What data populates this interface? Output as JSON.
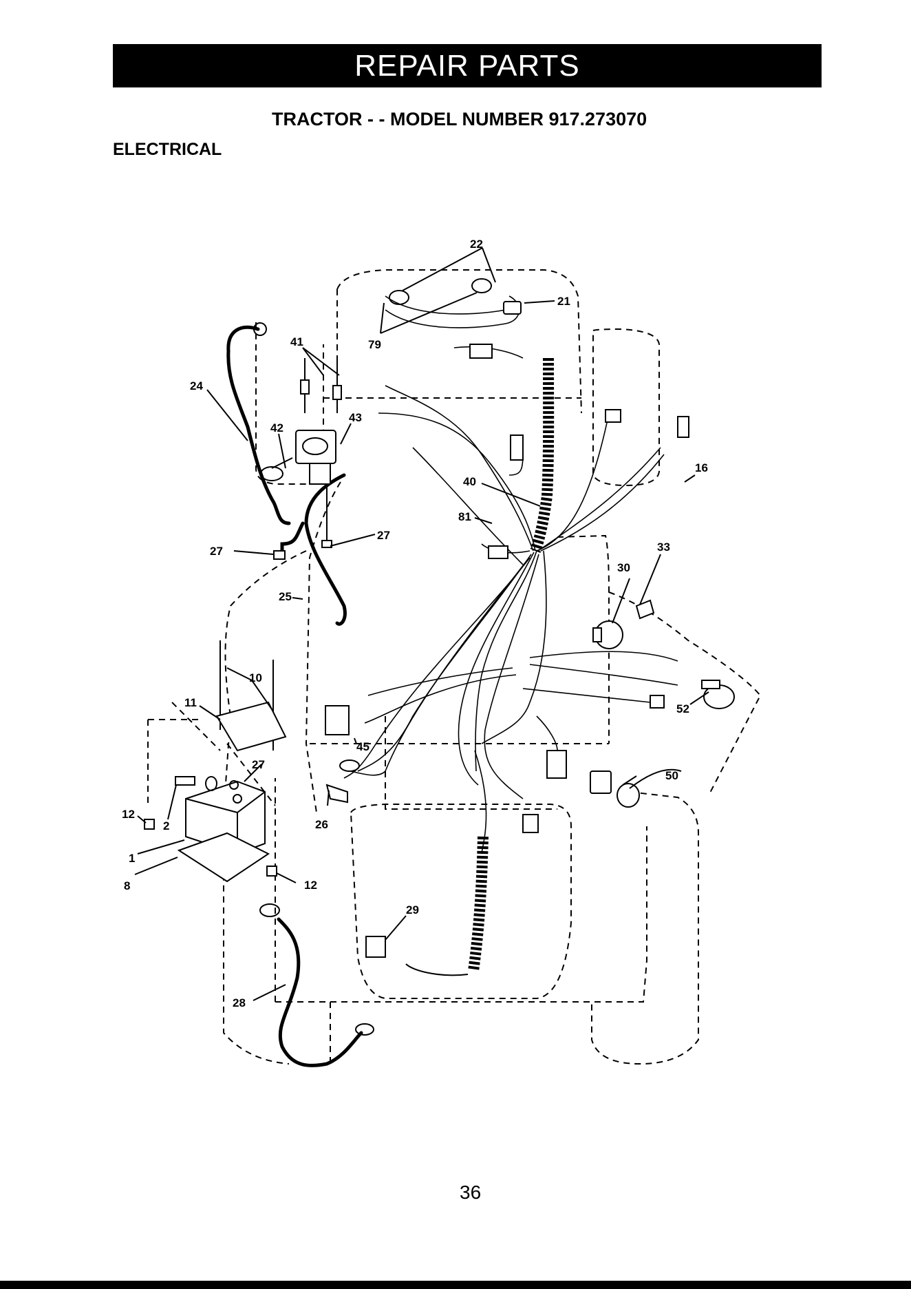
{
  "header": {
    "banner": "REPAIR PARTS"
  },
  "title": "TRACTOR - - MODEL NUMBER 917.273070",
  "section": "ELECTRICAL",
  "page_number": "36",
  "callouts": {
    "c22": "22",
    "c21": "21",
    "c79": "79",
    "c41": "41",
    "c24": "24",
    "c42": "42",
    "c43": "43",
    "c16": "16",
    "c40": "40",
    "c81": "81",
    "c27a": "27",
    "c27b": "27",
    "c33": "33",
    "c30": "30",
    "c25": "25",
    "c10": "10",
    "c11": "11",
    "c52": "52",
    "c45": "45",
    "c27c": "27",
    "c50": "50",
    "c12a": "12",
    "c2": "2",
    "c26": "26",
    "c1": "1",
    "c8": "8",
    "c12b": "12",
    "c29": "29",
    "c28": "28"
  },
  "icons": [
    "battery-icon",
    "solenoid-icon",
    "ignition-switch-icon",
    "headlight-icon",
    "wire-harness-icon"
  ]
}
